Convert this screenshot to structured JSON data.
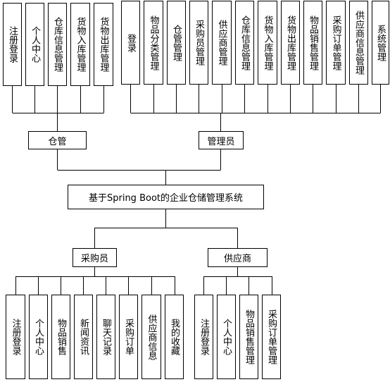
{
  "root": {
    "label": "基于Spring Boot的企业仓储管理系统"
  },
  "roles": {
    "warehouse": {
      "label": "仓管",
      "items": [
        "注册登录",
        "个人中心",
        "仓库信息管理",
        "货物入库管理",
        "货物出库管理"
      ]
    },
    "admin": {
      "label": "管理员",
      "items": [
        "登录",
        "物品分类管理",
        "仓管管理",
        "采购员管理",
        "供应商管理",
        "仓库信息管理",
        "货物入库管理",
        "货物出库管理",
        "物品销售管理",
        "采购订单管理",
        "供应商信息管理",
        "系统管理"
      ]
    },
    "purchaser": {
      "label": "采购员",
      "items": [
        "注册登录",
        "个人中心",
        "物品销售",
        "新闻资讯",
        "聊天记录",
        "采购订单",
        "供应商信息",
        "我的收藏"
      ]
    },
    "supplier": {
      "label": "供应商",
      "items": [
        "注册登录",
        "个人中心",
        "物品销售管理",
        "采购订单管理"
      ]
    }
  }
}
